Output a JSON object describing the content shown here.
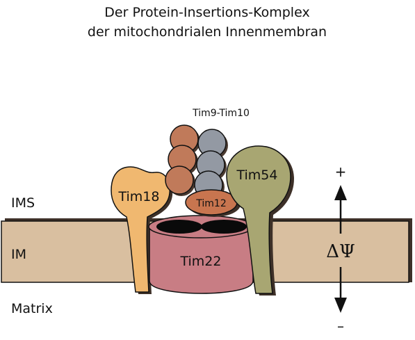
{
  "title": {
    "line1": "Der Protein-Insertions-Komplex",
    "line2": "der mitochondrialen Innenmembran"
  },
  "regions": {
    "ims": "IMS",
    "im": "IM",
    "matrix": "Matrix"
  },
  "proteins": {
    "tim9_tim10": "Tim9-Tim10",
    "tim18": "Tim18",
    "tim54": "Tim54",
    "tim12": "Tim12",
    "tim22": "Tim22"
  },
  "potential": {
    "plus": "+",
    "minus": "–",
    "symbol": "ΔΨ"
  },
  "colors": {
    "membrane": "#d9bfa0",
    "tim18": "#f0b870",
    "tim54": "#a8a672",
    "tim22": "#c87d84",
    "tim12": "#c8754f",
    "tim9_brown": "#c07a5a",
    "tim10_gray": "#9399a3",
    "shadow": "#4a3a30"
  }
}
